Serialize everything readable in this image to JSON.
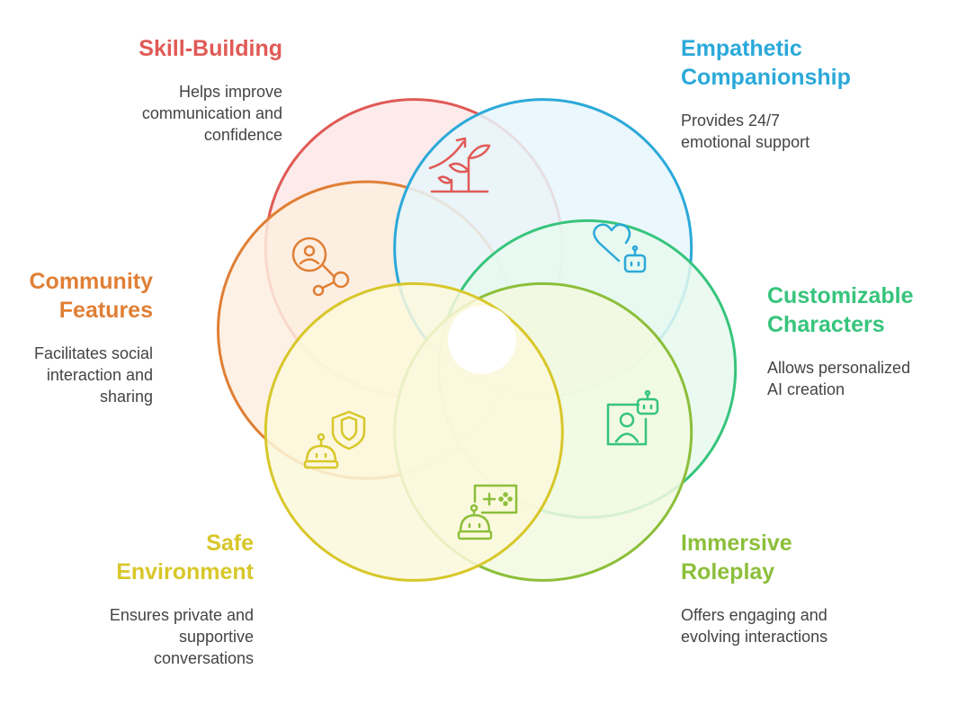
{
  "colors": {
    "skill": "#e05a56",
    "empathetic": "#2ba9d9",
    "community": "#e07f35",
    "customizable": "#37c47c",
    "safe": "#d8c72a",
    "immersive": "#8cbf3a"
  },
  "segments": [
    {
      "key": "skill",
      "title_lines": [
        "Skill-Building"
      ],
      "desc_lines": [
        "Helps improve",
        "communication and",
        "confidence"
      ],
      "icon": "growth-plant-icon"
    },
    {
      "key": "empathetic",
      "title_lines": [
        "Empathetic",
        "Companionship"
      ],
      "desc_lines": [
        "Provides 24/7",
        "emotional support"
      ],
      "icon": "heart-robot-icon"
    },
    {
      "key": "community",
      "title_lines": [
        "Community",
        "Features"
      ],
      "desc_lines": [
        "Facilitates social",
        "interaction and",
        "sharing"
      ],
      "icon": "user-network-icon"
    },
    {
      "key": "customizable",
      "title_lines": [
        "Customizable",
        "Characters"
      ],
      "desc_lines": [
        "Allows personalized",
        "AI creation"
      ],
      "icon": "profile-robot-icon"
    },
    {
      "key": "safe",
      "title_lines": [
        "Safe",
        "Environment"
      ],
      "desc_lines": [
        "Ensures private and",
        "supportive",
        "conversations"
      ],
      "icon": "shield-robot-icon"
    },
    {
      "key": "immersive",
      "title_lines": [
        "Immersive",
        "Roleplay"
      ],
      "desc_lines": [
        "Offers engaging and",
        "evolving interactions"
      ],
      "icon": "gamepad-robot-icon"
    }
  ]
}
